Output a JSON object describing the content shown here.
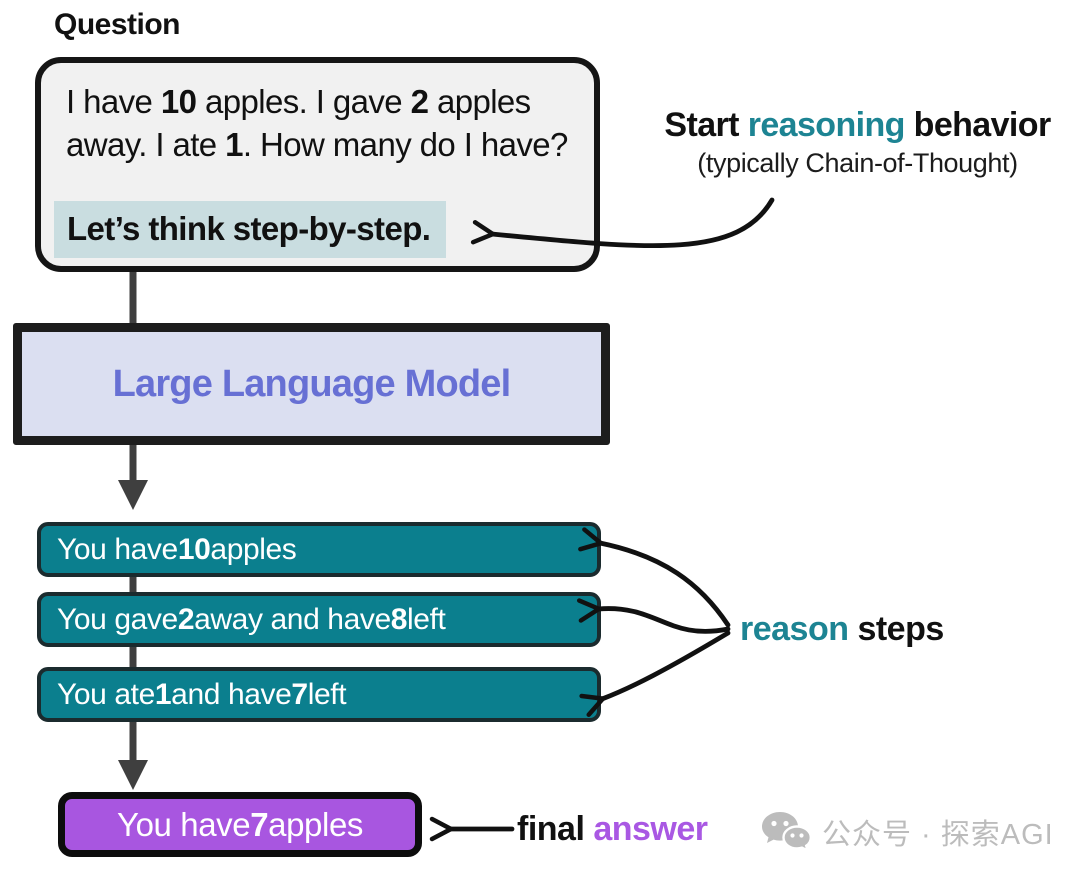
{
  "colors": {
    "teal_text": "#1d8493",
    "teal_box": "#0b7f8e",
    "highlight": "#c9dde0",
    "purple_box": "#a856e0",
    "purple_text": "#a958e3",
    "llm_text": "#6770d4",
    "llm_bg": "#dbdff1",
    "question_bg": "#f1f1f1",
    "spine": "#3f3f3f",
    "ink": "#111111",
    "watermark": "#bcbcbc"
  },
  "question": {
    "title": "Question",
    "line1": [
      {
        "t": "I have "
      },
      {
        "t": "10",
        "b": true
      },
      {
        "t": " apples. I gave "
      },
      {
        "t": "2",
        "b": true
      },
      {
        "t": " apples"
      }
    ],
    "line2": [
      {
        "t": "away. I ate "
      },
      {
        "t": "1",
        "b": true
      },
      {
        "t": ". How many do I have?"
      }
    ],
    "highlight": [
      {
        "t": "Let’s think step-by-step.",
        "b": true
      }
    ]
  },
  "reasoning_note": {
    "line1": [
      {
        "t": "Start "
      },
      {
        "t": "reasoning",
        "c": "teal_text"
      },
      {
        "t": " behavior"
      }
    ],
    "line2": "(typically Chain-of-Thought)"
  },
  "llm": {
    "label": "Large Language Model"
  },
  "steps": [
    [
      {
        "t": "You have "
      },
      {
        "t": "10",
        "b": true
      },
      {
        "t": " apples"
      }
    ],
    [
      {
        "t": "You gave "
      },
      {
        "t": "2",
        "b": true
      },
      {
        "t": " away and have "
      },
      {
        "t": "8",
        "b": true
      },
      {
        "t": " left"
      }
    ],
    [
      {
        "t": "You ate "
      },
      {
        "t": "1",
        "b": true
      },
      {
        "t": " and have "
      },
      {
        "t": "7",
        "b": true
      },
      {
        "t": " left"
      }
    ]
  ],
  "steps_note": [
    {
      "t": "reason",
      "c": "teal_text"
    },
    {
      "t": " steps"
    }
  ],
  "final": {
    "box": [
      {
        "t": "You have "
      },
      {
        "t": "7",
        "b": true
      },
      {
        "t": " apples"
      }
    ],
    "note": [
      {
        "t": "final "
      },
      {
        "t": "answer",
        "c": "purple_text"
      }
    ]
  },
  "watermark": {
    "icon": "wechat-icon",
    "text": "公众号 · 探索AGI"
  }
}
